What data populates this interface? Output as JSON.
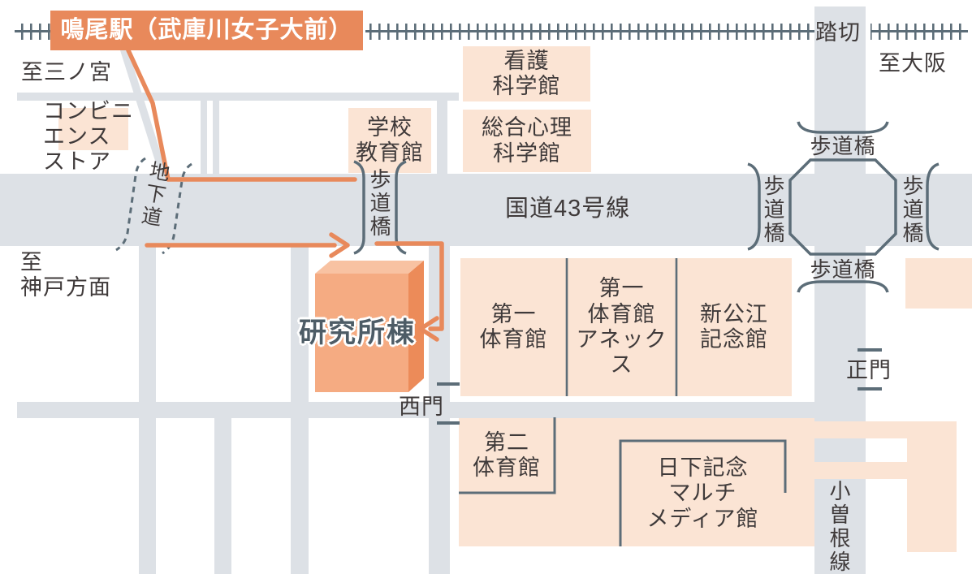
{
  "colors": {
    "road": "#dde1e6",
    "building_fill": "#fbe4d4",
    "accent_orange": "#e8895b",
    "slate": "#5c6d78",
    "text": "#3f3a3a",
    "box3d_front": "#f5ab82",
    "box3d_top": "#f8c2a2",
    "box3d_side": "#ec8b59",
    "station_text": "#ffffff",
    "kenkyujo_text": "#4d5c66"
  },
  "station": {
    "name": "鳴尾駅（武庫川女子大前）"
  },
  "directions": {
    "to_sannomiya": "至三ノ宮",
    "to_osaka": "至大阪",
    "to_kobe": "至\n神戸方面"
  },
  "landmarks": {
    "fumikiri": "踏切",
    "chikado": "地下道",
    "hodokyo": "歩道橋",
    "route43": "国道43号線",
    "ozone_line": "小曽根線",
    "seimon": "正門",
    "nishimon": "西門",
    "convenience": "コンビニ\nエンス\nストア"
  },
  "buildings": {
    "kango": "看護\n科学館",
    "sogoshinri": "総合心理\n科学館",
    "gakko": "学校\n教育館",
    "kenkyujo": "研究所棟",
    "gym1": "第一\n体育館",
    "gym1_annex": "第一\n体育館\nアネックス",
    "shinkoe": "新公江\n記念館",
    "gym2": "第二\n体育館",
    "kusaka": "日下記念\nマルチ\nメディア館"
  }
}
